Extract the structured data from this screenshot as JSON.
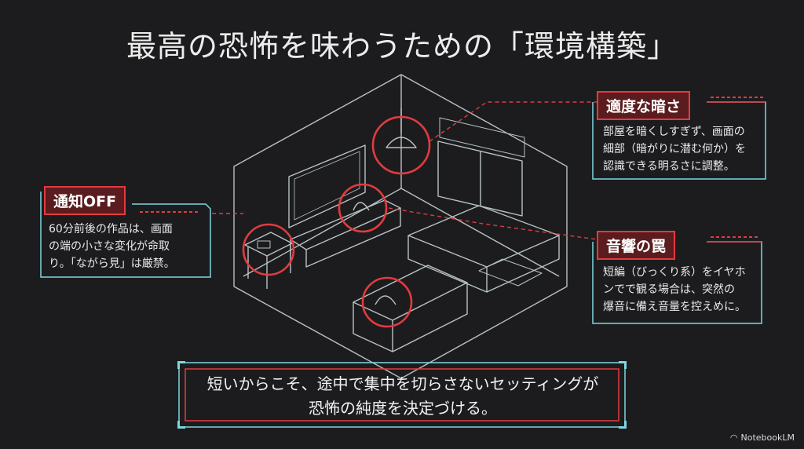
{
  "title": "最高の恐怖を味わうための「環境構築」",
  "callouts": {
    "dark": {
      "heading": "適度な暗さ",
      "lines": [
        "部屋を暗くしすぎず、画面の",
        "細部（暗がりに潜む何か）を",
        "認識できる明るさに調整。"
      ]
    },
    "notify": {
      "heading": "通知OFF",
      "lines": [
        "60分前後の作品は、画面",
        "の端の小さな変化が命取",
        "り。「ながら見」は厳禁。"
      ]
    },
    "sound": {
      "heading": "音響の罠",
      "lines": [
        "短編（びっくり系）をイヤホ",
        "ンでで観る場合は、突然の",
        "爆音に備え音量を控えめに。"
      ]
    }
  },
  "bottom": {
    "lines": [
      "短いからこそ、途中で集中を切らさないセッティングが",
      "恐怖の純度を決定づける。"
    ]
  },
  "brand": "NotebookLM",
  "colors": {
    "accent": "#e23b3f",
    "cyan": "#7fd6e0",
    "line": "#bcc6c8"
  }
}
